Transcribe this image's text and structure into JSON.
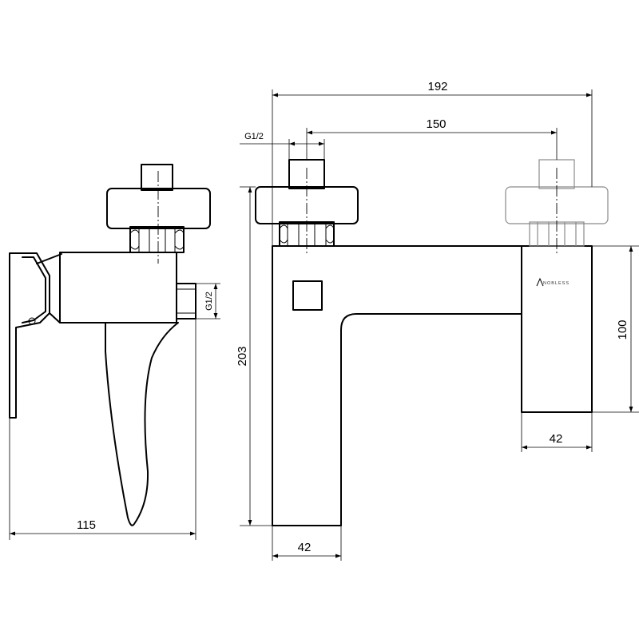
{
  "dimensions": {
    "side_depth": "115",
    "side_thread": "G1/2",
    "front_width": "192",
    "front_center_distance": "150",
    "front_thread": "G1/2",
    "front_height": "203",
    "front_body_width": "42",
    "right_block_height": "100",
    "right_block_width": "42"
  },
  "logo_text": "NOBLESS",
  "colors": {
    "line": "#000000",
    "ghost": "#8a8a8a",
    "background": "#ffffff"
  }
}
